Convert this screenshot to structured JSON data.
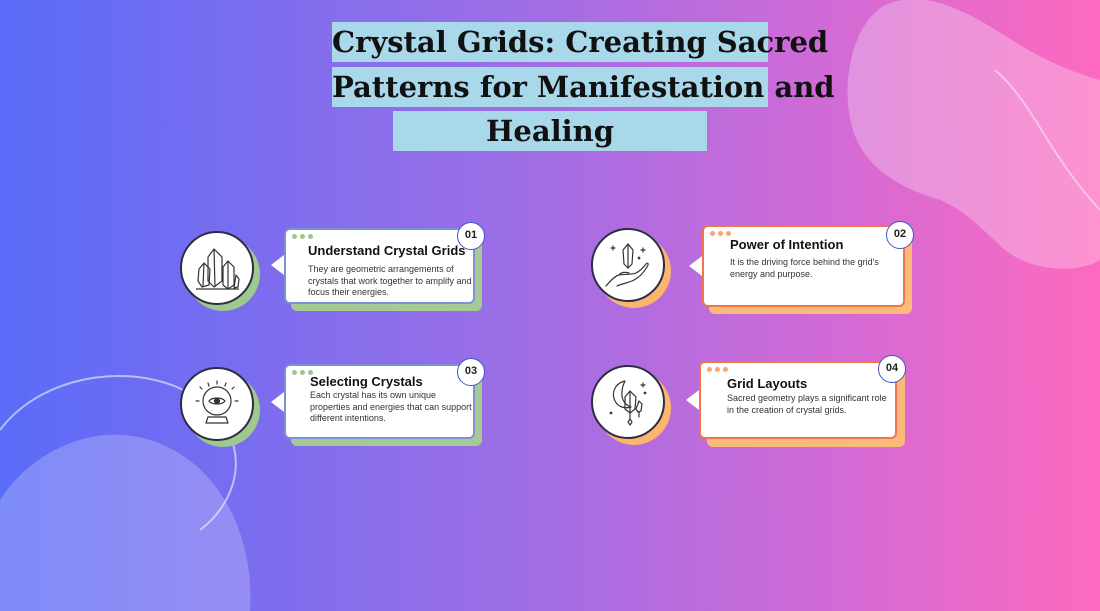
{
  "title": {
    "line1": "Crystal Grids: Creating Sacred",
    "line2": "Patterns for Manifestation and",
    "line3": "Healing"
  },
  "cards": [
    {
      "number": "01",
      "title": "Understand Crystal Grids",
      "description": "They are geometric arrangements of crystals that work together to amplify and focus their energies.",
      "icon": "crystal-cluster-icon",
      "accent": "#9ec98d"
    },
    {
      "number": "02",
      "title": "Power of Intention",
      "description": "It is the driving force behind the grid's energy and purpose.",
      "icon": "hand-crystal-icon",
      "accent": "#fbb56c"
    },
    {
      "number": "03",
      "title": "Selecting Crystals",
      "description": "Each crystal has its own unique properties and energies that can support different intentions.",
      "icon": "crystal-ball-icon",
      "accent": "#9ec98d"
    },
    {
      "number": "04",
      "title": "Grid Layouts",
      "description": "Sacred geometry plays a significant role in the creation of crystal grids.",
      "icon": "moon-crystal-icon",
      "accent": "#fbb56c"
    }
  ],
  "colors": {
    "title_bg": "#a9d8ea",
    "gradient_start": "#5a6cf8",
    "gradient_end": "#fd6abf",
    "badge_border": "#3c58c8"
  }
}
